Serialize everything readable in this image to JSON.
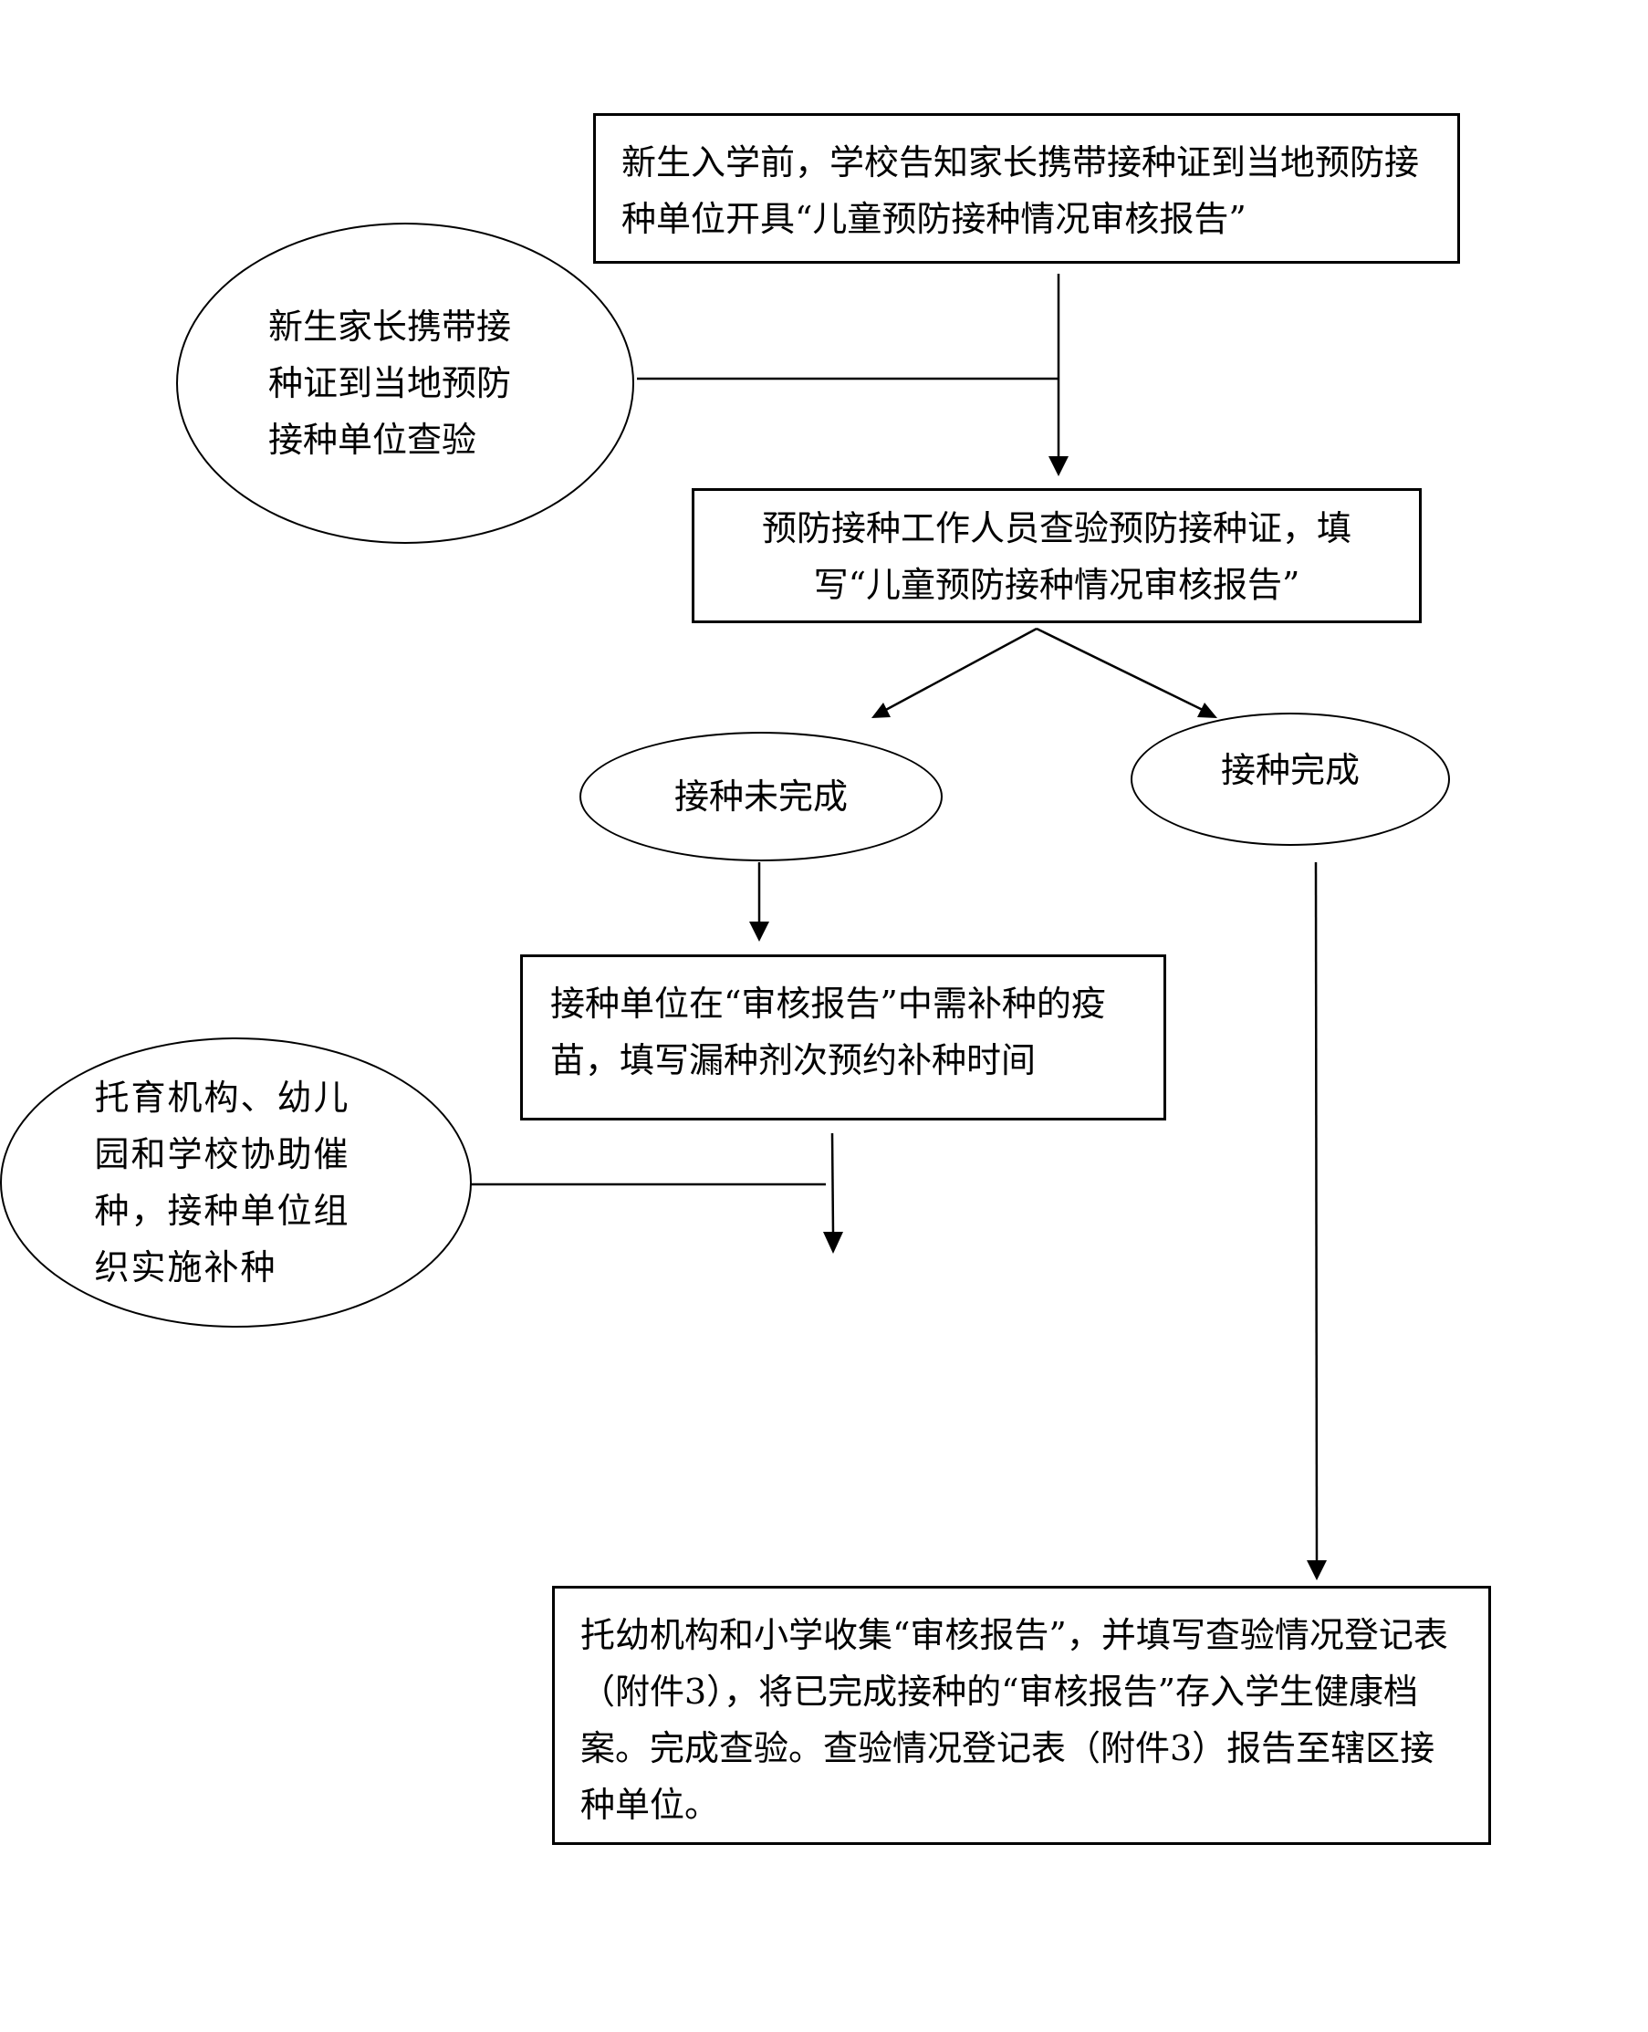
{
  "nodes": {
    "school_notice": "新生入学前，学校告知家长携带接种证到当地预防接种单位开具“儿童预防接种情况审核报告”",
    "parent_visit": "新生家长携带接种证到当地预防接种单位查验",
    "staff_check": "预防接种工作人员查验预防接种证，填写“儿童预防接种情况审核报告”",
    "incomplete": "接种未完成",
    "complete": "接种完成",
    "fill_schedule": "接种单位在“审核报告”中需补种的疫苗，填写漏种剂次预约补种时间",
    "assist_catchup": "托育机构、幼儿园和学校协助催种，接种单位组织实施补种",
    "collect_reports": "托幼机构和小学收集“审核报告”，并填写查验情况登记表（附件3），将已完成接种的“审核报告”存入学生健康档案。完成查验。查验情况登记表（附件3）报告至辖区接种单位。"
  }
}
